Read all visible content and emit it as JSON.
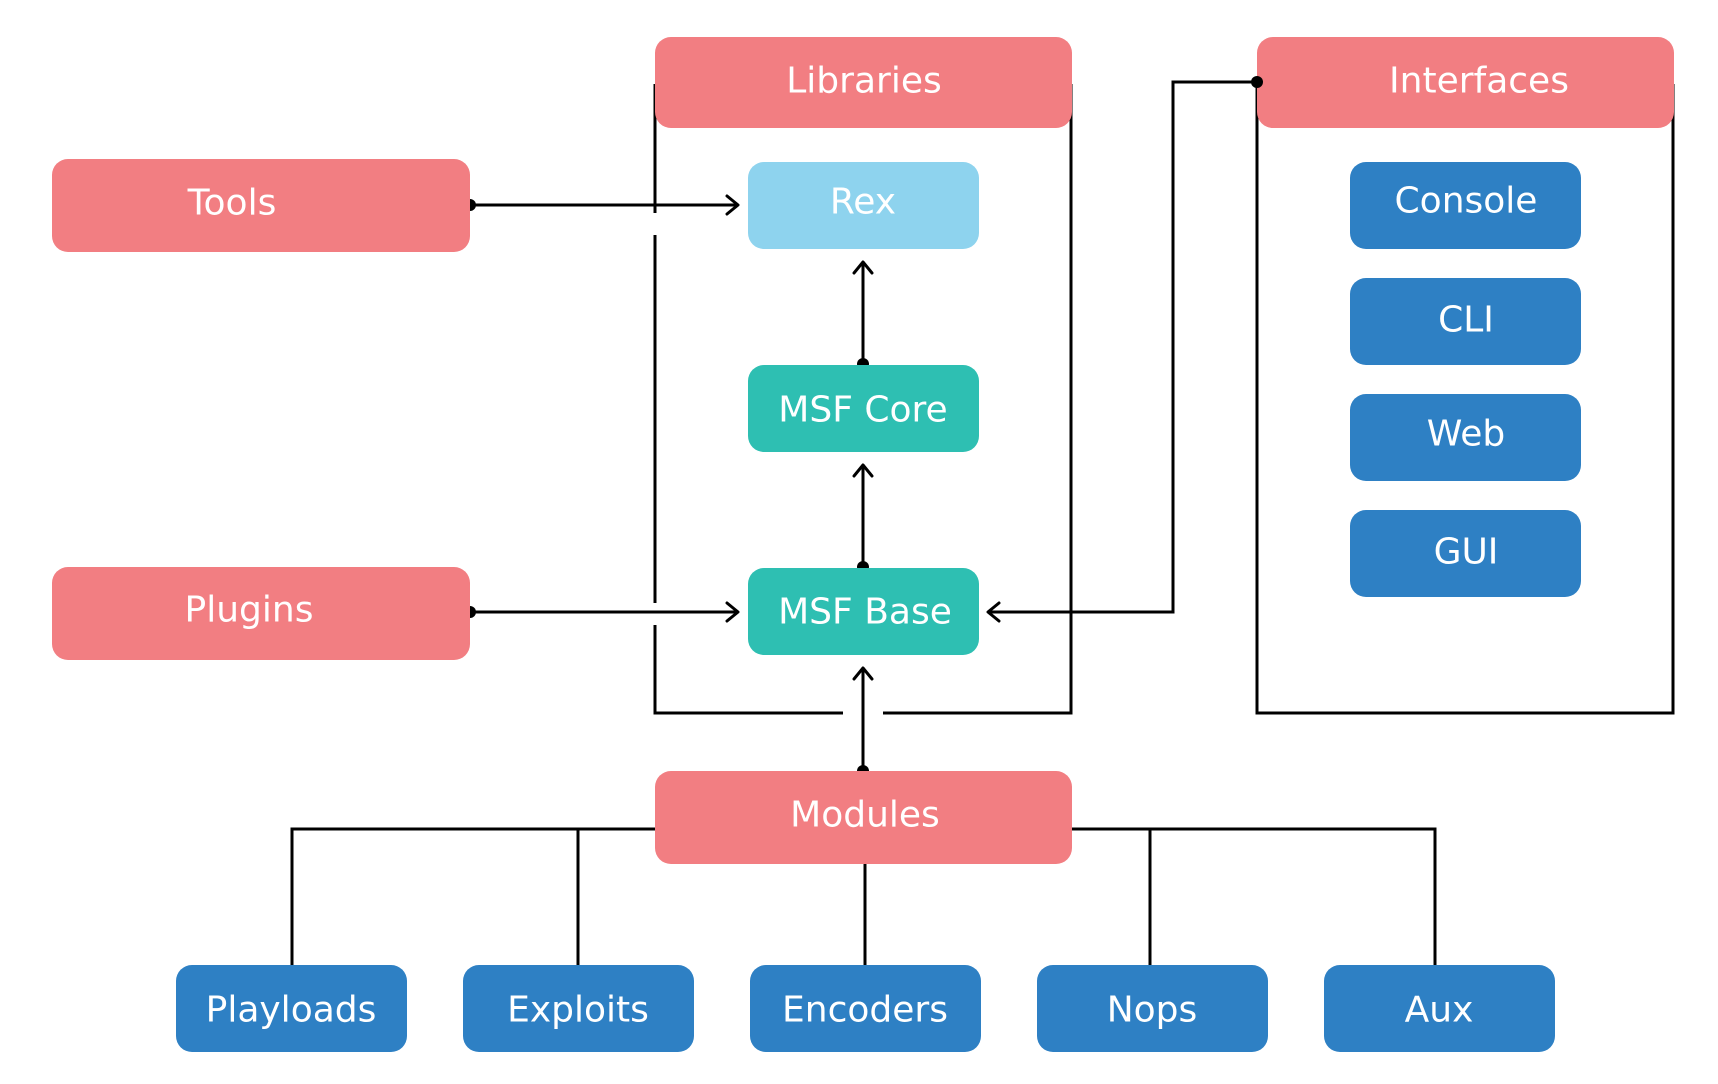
{
  "colors": {
    "container_header": "#F27E82",
    "rex": "#8ED3EE",
    "msf_core": "#2EBFB2",
    "leaf": "#2E80C4",
    "text": "#FFFFFF",
    "line": "#000000"
  },
  "diagram": {
    "libraries": {
      "title": "Libraries",
      "rex": "Rex",
      "msf_core": "MSF Core",
      "msf_base": "MSF Base"
    },
    "interfaces": {
      "title": "Interfaces",
      "items": [
        "Console",
        "CLI",
        "Web",
        "GUI"
      ]
    },
    "tools": "Tools",
    "plugins": "Plugins",
    "modules": {
      "title": "Modules",
      "items": [
        "Playloads",
        "Exploits",
        "Encoders",
        "Nops",
        "Aux"
      ]
    }
  }
}
